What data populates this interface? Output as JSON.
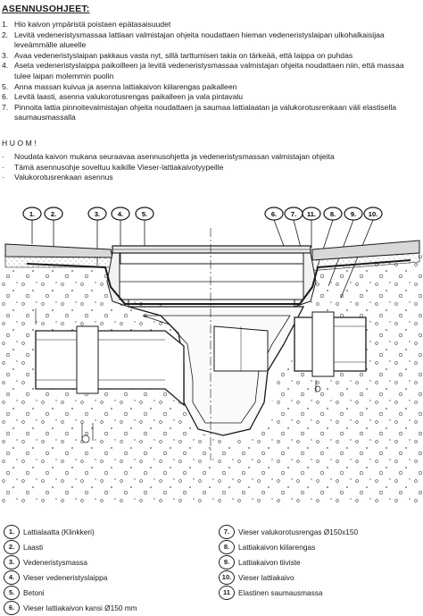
{
  "title": "ASENNUSOHJEET:",
  "steps": [
    {
      "num": "1.",
      "text": "Hio kaivon ympäristä poistaen epätasaisuudet"
    },
    {
      "num": "2.",
      "text": "Levitä vedeneristysmassaa lattiaan valmistajan ohjeita noudattaen hieman vedeneristyslaipan ulkohalkaisijaa leveämmälle alueelle"
    },
    {
      "num": "3.",
      "text": "Avaa vedeneristyslaipan pakkaus vasta nyt, sillä tarttumisen takia on tärkeää, että laippa on puhdas"
    },
    {
      "num": "4.",
      "text": "Aseta vedeneristyslaippa paikoilleen ja levitä vedeneristysmassaa valmistajan ohjeita noudattaen niin, että massaa tulee laipan molemmin puolin"
    },
    {
      "num": "5.",
      "text": "Anna massan kuivua ja asenna lattiakaivon kiilarengas paikalleen"
    },
    {
      "num": "6.",
      "text": "Levitä laasti, asenna valukorotusrengas paikalleen ja vala pintavalu"
    },
    {
      "num": "7.",
      "text": "Pinnoita lattia pinnoitevalmistajan ohjeita noudattaen ja saumaa lattialaatan ja valukorotusrenkaan väli elastisella saumausmassalla"
    }
  ],
  "huom": "HUOM!",
  "notes": [
    "Noudata kaivon mukana seuraavaa asennusohjetta ja vedeneristysmassan valmistajan ohjeita",
    "Tämä asennusohje soveltuu kaikille Vieser-lattiakaivotyypeille",
    "Valukorotusrenkaan asennus"
  ],
  "callouts_left": [
    "1.",
    "2.",
    "3.",
    "4.",
    "5."
  ],
  "callouts_right": [
    "6.",
    "7.",
    "11.",
    "8.",
    "9.",
    "10."
  ],
  "legend_left": [
    {
      "num": "1.",
      "text": "Lattialaatta (Klinkkeri)"
    },
    {
      "num": "2.",
      "text": "Laasti"
    },
    {
      "num": "3.",
      "text": "Vedeneristysmassa"
    },
    {
      "num": "4.",
      "text": "Vieser vedeneristyslaippa"
    },
    {
      "num": "5.",
      "text": "Betoni"
    },
    {
      "num": "6.",
      "text": "Vieser lattiakaivon kansi Ø150 mm"
    }
  ],
  "legend_right": [
    {
      "num": "7.",
      "text": "Vieser valukorotusrengas Ø150x150"
    },
    {
      "num": "8.",
      "text": "Lattiakaivon kiilarengas"
    },
    {
      "num": "9.",
      "text": "Lattiakaivon tiiviste"
    },
    {
      "num": "10.",
      "text": "Vieser lattiakaivo"
    },
    {
      "num": "11",
      "text": "Elastinen saumausmassa"
    }
  ]
}
